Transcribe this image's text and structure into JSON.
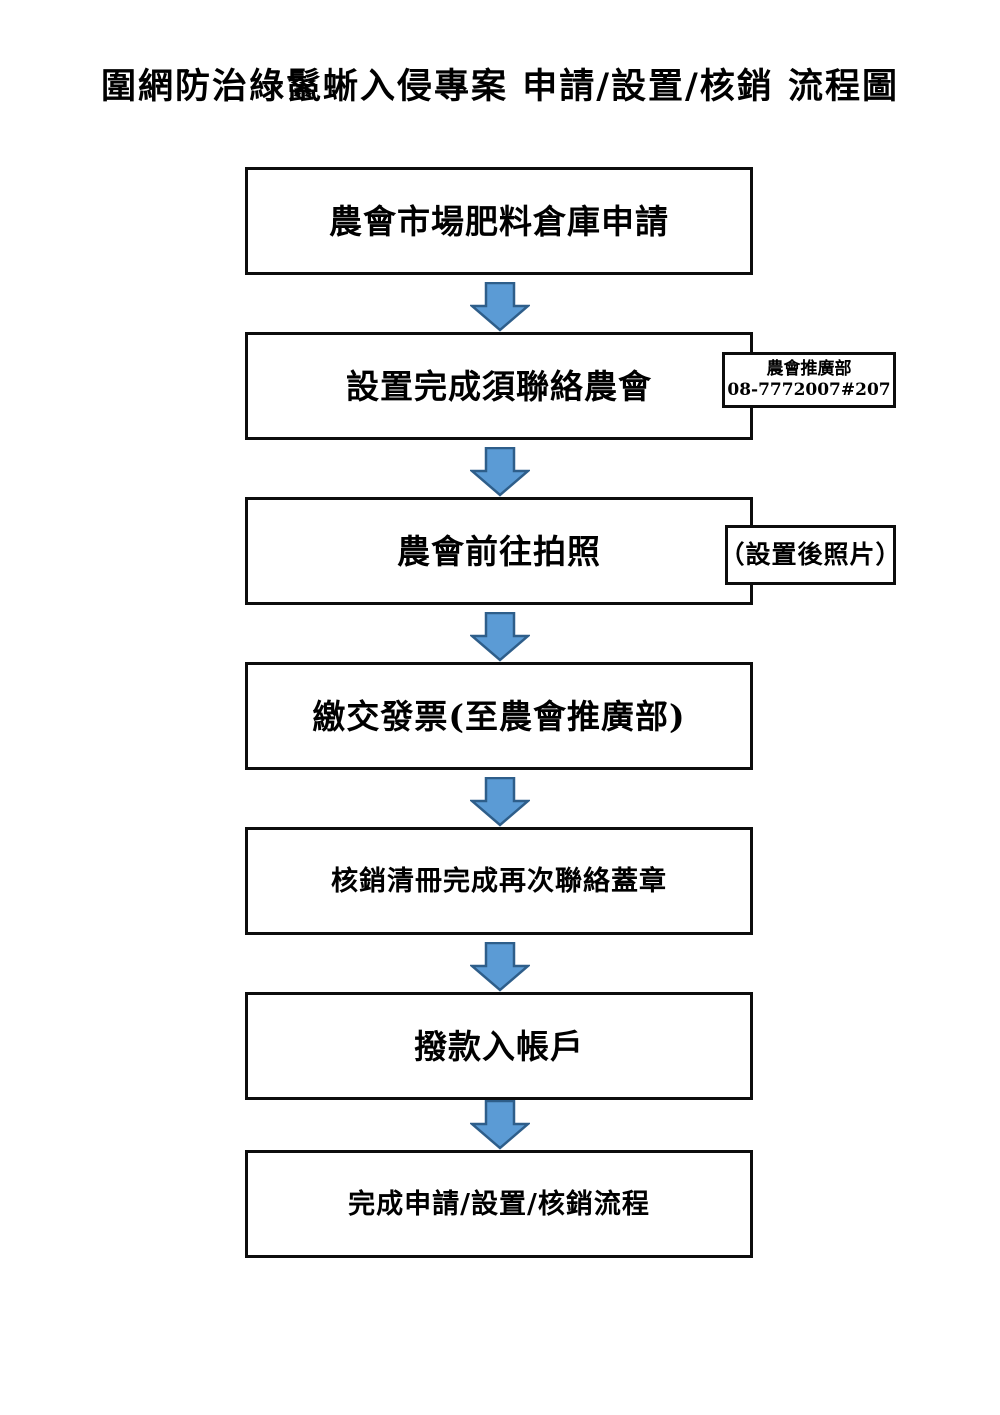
{
  "title": "圍網防治綠鬣蜥入侵專案 申請/設置/核銷 流程圖",
  "colors": {
    "arrow_fill": "#5B9BD5",
    "arrow_stroke": "#2E5E8A",
    "box_border": "#0D0D0D",
    "background": "#FFFFFF",
    "text": "#000000"
  },
  "flow": {
    "steps": [
      {
        "id": "step-1",
        "label": "農會市場肥料倉庫申請"
      },
      {
        "id": "step-2",
        "label": "設置完成須聯絡農會"
      },
      {
        "id": "step-3",
        "label": "農會前往拍照"
      },
      {
        "id": "step-4",
        "label": "繳交發票(至農會推廣部)"
      },
      {
        "id": "step-5",
        "label": "核銷清冊完成再次聯絡蓋章"
      },
      {
        "id": "step-6",
        "label": "撥款入帳戶"
      },
      {
        "id": "step-7",
        "label": "完成申請/設置/核銷流程"
      }
    ],
    "arrows": [
      {
        "id": "arrow-1",
        "direction": "down"
      },
      {
        "id": "arrow-2",
        "direction": "down"
      },
      {
        "id": "arrow-3",
        "direction": "down"
      },
      {
        "id": "arrow-4",
        "direction": "down"
      },
      {
        "id": "arrow-5",
        "direction": "down"
      },
      {
        "id": "arrow-6",
        "direction": "down"
      }
    ],
    "notes": {
      "contact": {
        "line1": "農會推廣部",
        "line2": "08-7772007#207"
      },
      "photo": {
        "line1": "（設置後照片）"
      }
    }
  },
  "chart_data": {
    "type": "diagram",
    "subtype": "flowchart",
    "title": "圍網防治綠鬣蜥入侵專案 申請/設置/核銷 流程圖",
    "orientation": "top-to-bottom",
    "nodes": [
      {
        "seq": 1,
        "text": "農會市場肥料倉庫申請",
        "shape": "rectangle"
      },
      {
        "seq": 2,
        "text": "設置完成須聯絡農會",
        "shape": "rectangle",
        "annotation": "農會推廣部 08-7772007#207"
      },
      {
        "seq": 3,
        "text": "農會前往拍照",
        "shape": "rectangle",
        "annotation": "（設置後照片）"
      },
      {
        "seq": 4,
        "text": "繳交發票(至農會推廣部)",
        "shape": "rectangle"
      },
      {
        "seq": 5,
        "text": "核銷清冊完成再次聯絡蓋章",
        "shape": "rectangle"
      },
      {
        "seq": 6,
        "text": "撥款入帳戶",
        "shape": "rectangle"
      },
      {
        "seq": 7,
        "text": "完成申請/設置/核銷流程",
        "shape": "rectangle"
      }
    ],
    "edges": [
      {
        "from": 1,
        "to": 2,
        "style": "block-arrow-down"
      },
      {
        "from": 2,
        "to": 3,
        "style": "block-arrow-down"
      },
      {
        "from": 3,
        "to": 4,
        "style": "block-arrow-down"
      },
      {
        "from": 4,
        "to": 5,
        "style": "block-arrow-down"
      },
      {
        "from": 5,
        "to": 6,
        "style": "block-arrow-down"
      },
      {
        "from": 6,
        "to": 7,
        "style": "block-arrow-down"
      }
    ]
  }
}
